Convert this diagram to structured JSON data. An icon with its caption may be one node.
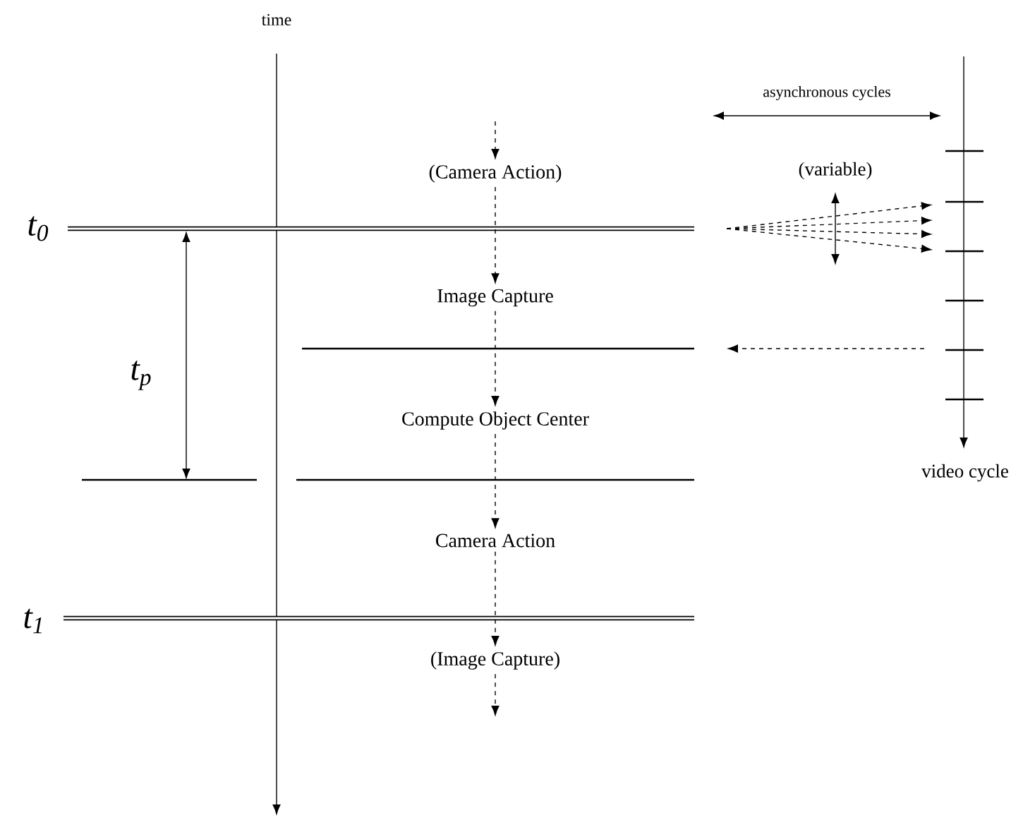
{
  "diagram": {
    "nodes": [
      {
        "text": [
          "(Camera Action)"
        ]
      },
      {
        "text": [
          "Image Capture"
        ]
      },
      {
        "text": [
          "Compute Object Center"
        ]
      },
      {
        "text": [
          "Camera Action"
        ]
      },
      {
        "text": [
          "(Image Capture)"
        ]
      }
    ],
    "edges": [
      {
        "from": null,
        "to": 0,
        "arrow": "to",
        "style": "dashed"
      },
      {
        "from": 0,
        "to": 1,
        "arrow": "to",
        "style": "dashed"
      },
      {
        "from": 1,
        "to": 2,
        "arrow": "to",
        "style": "dashed"
      },
      {
        "from": 2,
        "to": 3,
        "arrow": "to",
        "style": "dashed"
      },
      {
        "from": 3,
        "to": 4,
        "arrow": "to",
        "style": "dashed"
      },
      {
        "from": 4,
        "to": null,
        "arrow": "to",
        "style": "dashed"
      }
    ],
    "labels": [
      "time",
      "asynchronous cycles",
      "(variable)",
      "t$_{0}$",
      "t$_{p}$",
      "video cycle",
      "t$_{1}$"
    ]
  }
}
